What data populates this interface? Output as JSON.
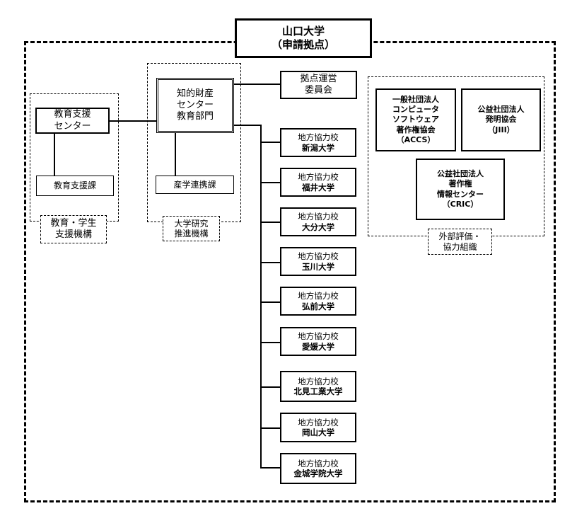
{
  "top": {
    "line1": "山口大学",
    "line2": "（申請拠点）"
  },
  "committee": {
    "line1": "拠点運営",
    "line2": "委員会"
  },
  "ip_center": {
    "line1": "知的財産",
    "line2": "センター",
    "line3": "教育部門"
  },
  "industry": {
    "label": "産学連携課"
  },
  "research_org": {
    "line1": "大学研究",
    "line2": "推進機構"
  },
  "edu_center": {
    "line1": "教育支援",
    "line2": "センター"
  },
  "edu_section": {
    "label": "教育支援課"
  },
  "student_org": {
    "line1": "教育・学生",
    "line2": "支援機構"
  },
  "external": {
    "accs": {
      "line1": "一般社団法人",
      "line2": "コンピュータ",
      "line3": "ソフトウェア",
      "line4": "著作権協会",
      "line5": "（ACCS）"
    },
    "jiii": {
      "line1": "公益社団法人",
      "line2": "発明協会",
      "line3": "（JIII）"
    },
    "cric": {
      "line1": "公益社団法人",
      "line2": "著作権",
      "line3": "情報センター",
      "line4": "（CRIC）"
    },
    "label": {
      "line1": "外部評価・",
      "line2": "協力組織"
    }
  },
  "schools": [
    {
      "role": "地方協力校",
      "name": "新潟大学"
    },
    {
      "role": "地方協力校",
      "name": "福井大学"
    },
    {
      "role": "地方協力校",
      "name": "大分大学"
    },
    {
      "role": "地方協力校",
      "name": "玉川大学"
    },
    {
      "role": "地方協力校",
      "name": "弘前大学"
    },
    {
      "role": "地方協力校",
      "name": "愛媛大学"
    },
    {
      "role": "地方協力校",
      "name": "北見工業大学"
    },
    {
      "role": "地方協力校",
      "name": "岡山大学"
    },
    {
      "role": "地方協力校",
      "name": "金城学院大学"
    }
  ]
}
